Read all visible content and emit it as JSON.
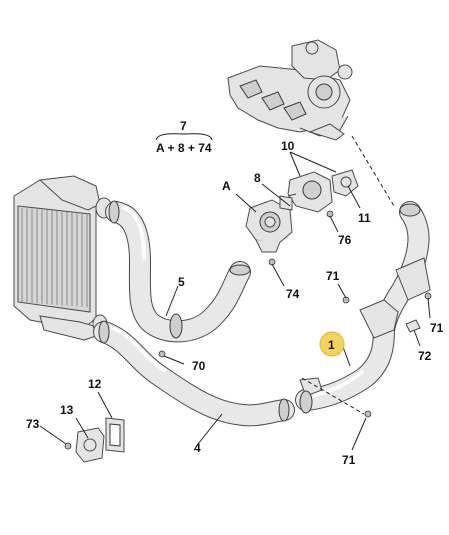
{
  "labels": {
    "l1": "1",
    "l4": "4",
    "l5": "5",
    "l7": "7",
    "l7_formula": "A + 8 + 74",
    "l8": "8",
    "l10": "10",
    "l11": "11",
    "l12": "12",
    "l13": "13",
    "lA": "A",
    "l70": "70",
    "l71a": "71",
    "l71b": "71",
    "l71c": "71",
    "l72": "72",
    "l73": "73",
    "l74": "74",
    "l76": "76"
  },
  "colors": {
    "highlight_badge": "#f3d35a",
    "line": "#222222",
    "part_fill": "#e4e4e4"
  }
}
